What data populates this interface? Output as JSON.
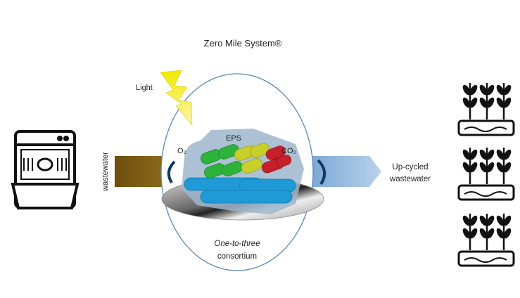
{
  "title": "Zero Mile System®",
  "labels": {
    "light": "Light",
    "wastewater_in": "wastewater",
    "eps": "EPS",
    "o2": "O₂",
    "co2": "CO₂",
    "output_line1": "Up-cycled",
    "output_line2": "wastewater",
    "consortium_line1": "One-to-three",
    "consortium_line2": "consortium"
  },
  "colors": {
    "wastewater_in": "#7a5a12",
    "output_arrow": "#8fb6dd",
    "circle": "#5b86b0",
    "light": "#f5ec2a",
    "green": "#2db33a",
    "yellow": "#c9cf2a",
    "red": "#c8202a",
    "blue": "#1f9ad6",
    "eps": "#9fb6cc"
  }
}
